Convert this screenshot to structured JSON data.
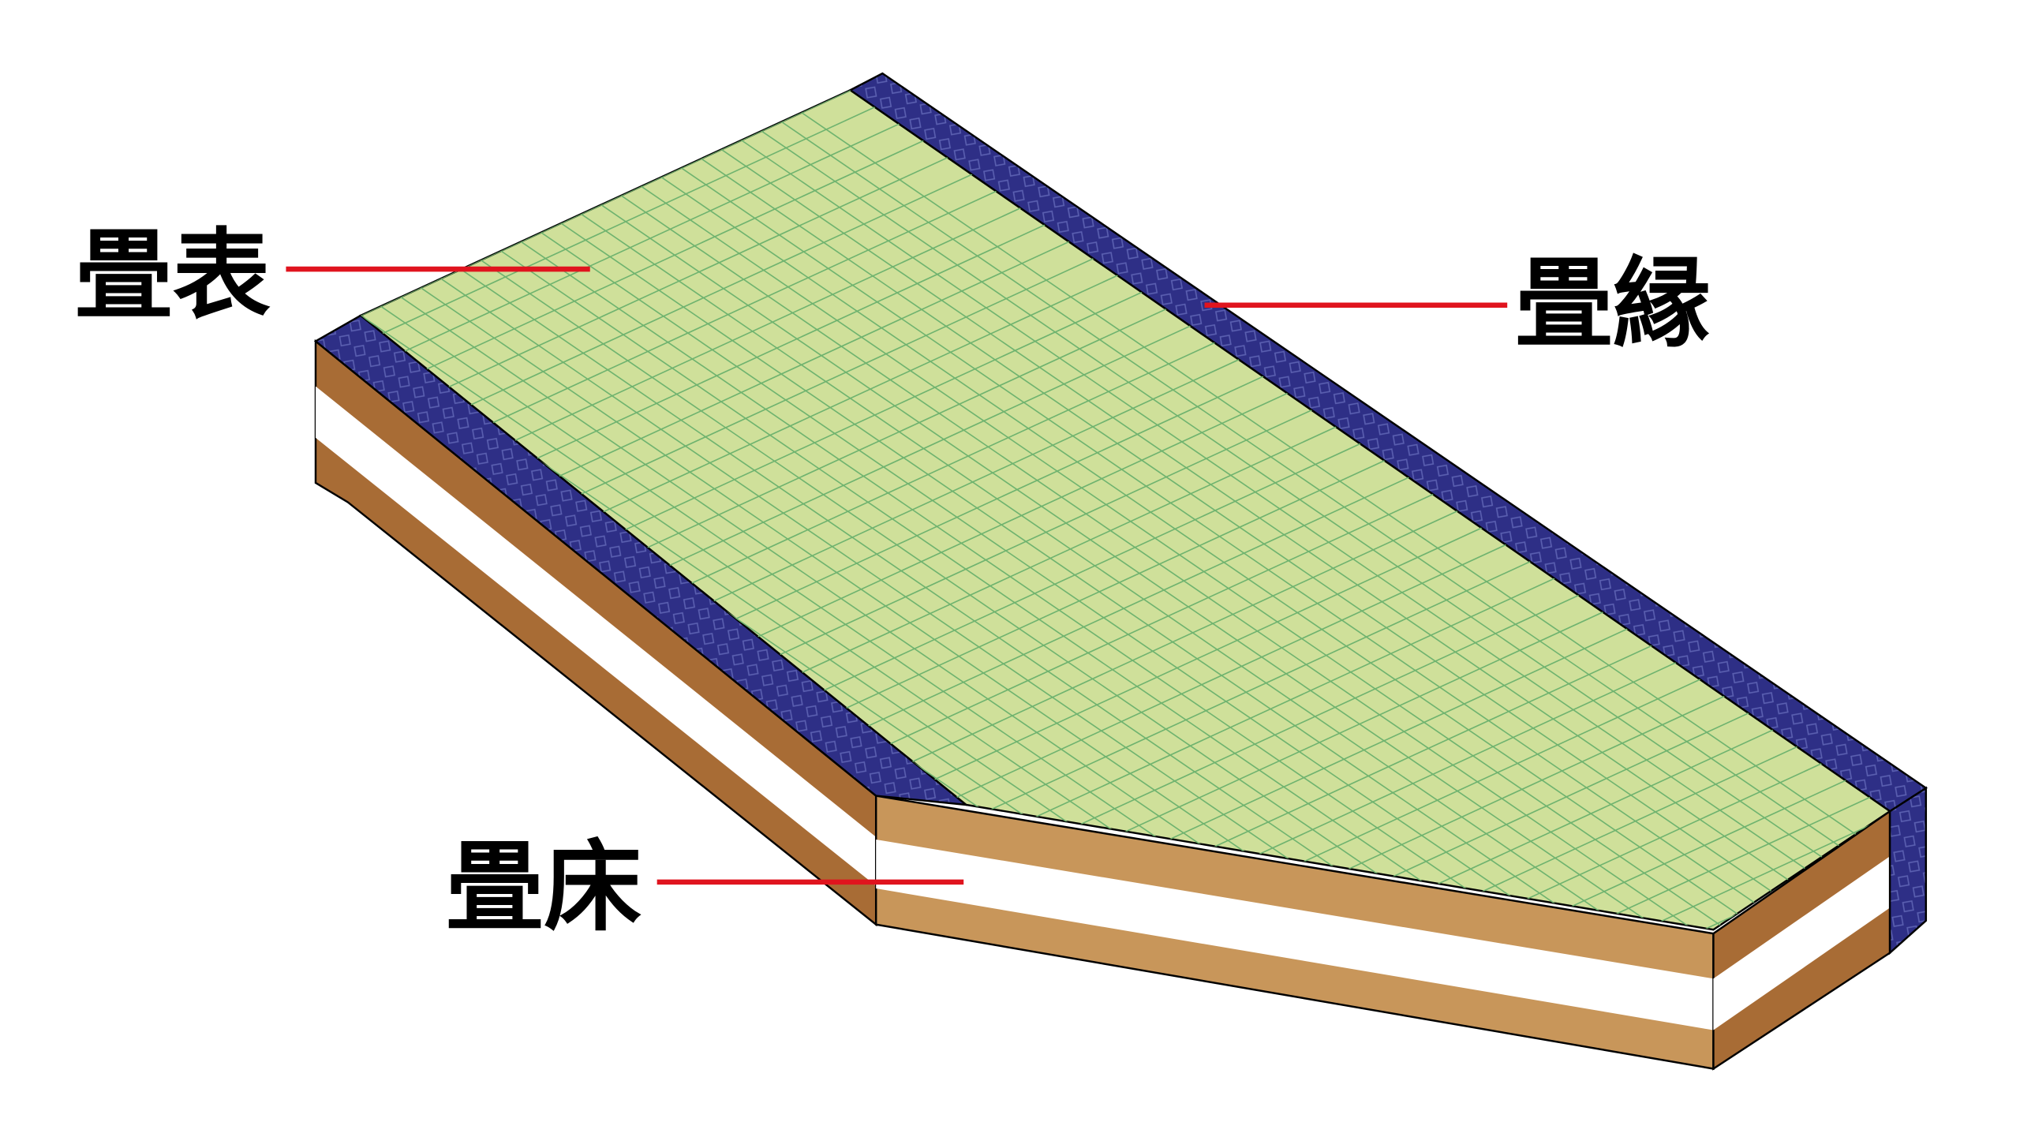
{
  "labels": {
    "tatami_omote": "畳表",
    "tatami_beri": "畳縁",
    "tatami_doko": "畳床"
  },
  "colors": {
    "surface": "#cfe09a",
    "grid": "#6fb36f",
    "border": "#2e2f86",
    "core_wood": "#c8965a",
    "core_dark": "#a86c35",
    "core_white": "#ffffff",
    "leader": "#e0141e"
  }
}
